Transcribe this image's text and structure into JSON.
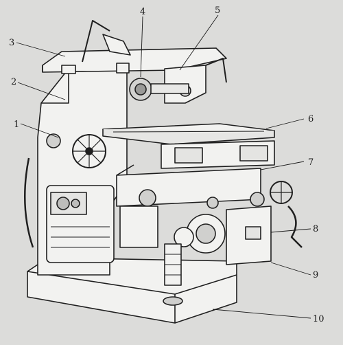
{
  "figure": {
    "callouts": [
      "1",
      "2",
      "3",
      "4",
      "5",
      "6",
      "7",
      "8",
      "9",
      "10"
    ]
  },
  "colors": {
    "paper": "#dcdcda",
    "line": "#1f1f1f",
    "shade": "#8a8a88",
    "highlight": "#f4f4f2"
  }
}
